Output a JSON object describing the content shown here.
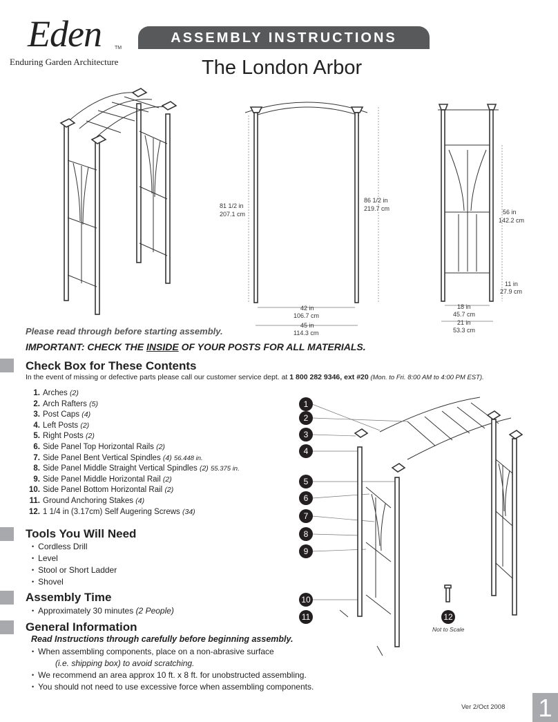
{
  "brand": {
    "name": "Eden",
    "trademark": "TM",
    "tagline": "Enduring Garden Architecture"
  },
  "header": {
    "banner": "ASSEMBLY INSTRUCTIONS",
    "title": "The London Arbor"
  },
  "dimensions": {
    "side_height": "81 1/2 in",
    "side_height_cm": "207.1 cm",
    "total_height": "86 1/2 in",
    "total_height_cm": "219.7 cm",
    "inner_width": "42 in",
    "inner_width_cm": "106.7 cm",
    "outer_width": "45 in",
    "outer_width_cm": "114.3 cm",
    "panel_height": "56 in",
    "panel_height_cm": "142.2 cm",
    "bottom_gap": "11 in",
    "bottom_gap_cm": "27.9 cm",
    "depth_inner": "18 in",
    "depth_inner_cm": "45.7 cm",
    "depth_outer": "21 in",
    "depth_outer_cm": "53.3 cm"
  },
  "notes": {
    "read_first": "Please read through before starting assembly.",
    "important_pre": "IMPORTANT:  CHECK THE ",
    "important_u": "INSIDE",
    "important_post": " OF YOUR POSTS FOR ALL MATERIALS."
  },
  "contents": {
    "title": "Check Box for These Contents",
    "contact_pre": "In the event of missing or defective parts please call our customer service dept. at ",
    "phone": "1 800 282 9346, ext #20",
    "hours": " (Mon. to Fri. 8:00 AM to 4:00 PM EST).",
    "parts": [
      {
        "num": "1.",
        "name": "Arches",
        "qty": "(2)",
        "meas": ""
      },
      {
        "num": "2.",
        "name": "Arch Rafters",
        "qty": "(5)",
        "meas": ""
      },
      {
        "num": "3.",
        "name": "Post Caps",
        "qty": "(4)",
        "meas": ""
      },
      {
        "num": "4.",
        "name": "Left Posts",
        "qty": "(2)",
        "meas": ""
      },
      {
        "num": "5.",
        "name": "Right Posts",
        "qty": "(2)",
        "meas": ""
      },
      {
        "num": "6.",
        "name": "Side Panel Top Horizontal Rails",
        "qty": "(2)",
        "meas": ""
      },
      {
        "num": "7.",
        "name": "Side Panel Bent Vertical Spindles",
        "qty": "(4)",
        "meas": "56.448 in."
      },
      {
        "num": "8.",
        "name": "Side Panel Middle Straight Vertical Spindles",
        "qty": "(2)",
        "meas": "55.375 in."
      },
      {
        "num": "9.",
        "name": "Side Panel Middle Horizontal Rail",
        "qty": "(2)",
        "meas": ""
      },
      {
        "num": "10.",
        "name": "Side Panel Bottom Horizontal Rail",
        "qty": "(2)",
        "meas": ""
      },
      {
        "num": "11.",
        "name": "Ground Anchoring Stakes",
        "qty": "(4)",
        "meas": ""
      },
      {
        "num": "12.",
        "name": "1 1/4 in (3.17cm) Self Augering Screws",
        "qty": "(34)",
        "meas": ""
      }
    ]
  },
  "tools": {
    "title": "Tools You Will Need",
    "items": [
      "Cordless Drill",
      "Level",
      "Stool or Short Ladder",
      "Shovel"
    ]
  },
  "time": {
    "title": "Assembly Time",
    "text": "Approximately 30 minutes ",
    "people": "(2 People)"
  },
  "general": {
    "title": "General Information",
    "subtitle": "Read Instructions through carefully before beginning assembly.",
    "line1": "When assembling components, place on a non-abrasive surface",
    "line1b": "(i.e. shipping box) to avoid scratching.",
    "line2": "We recommend an area approx 10 ft. x 8 ft. for unobstructed assembling.",
    "line3": "You should not need to use excessive force when assembling components."
  },
  "callouts": [
    "1",
    "2",
    "3",
    "4",
    "5",
    "6",
    "7",
    "8",
    "9",
    "10",
    "11",
    "12"
  ],
  "not_to_scale": "Not to Scale",
  "footer": {
    "version": "Ver 2/Oct 2008",
    "page": "1"
  }
}
